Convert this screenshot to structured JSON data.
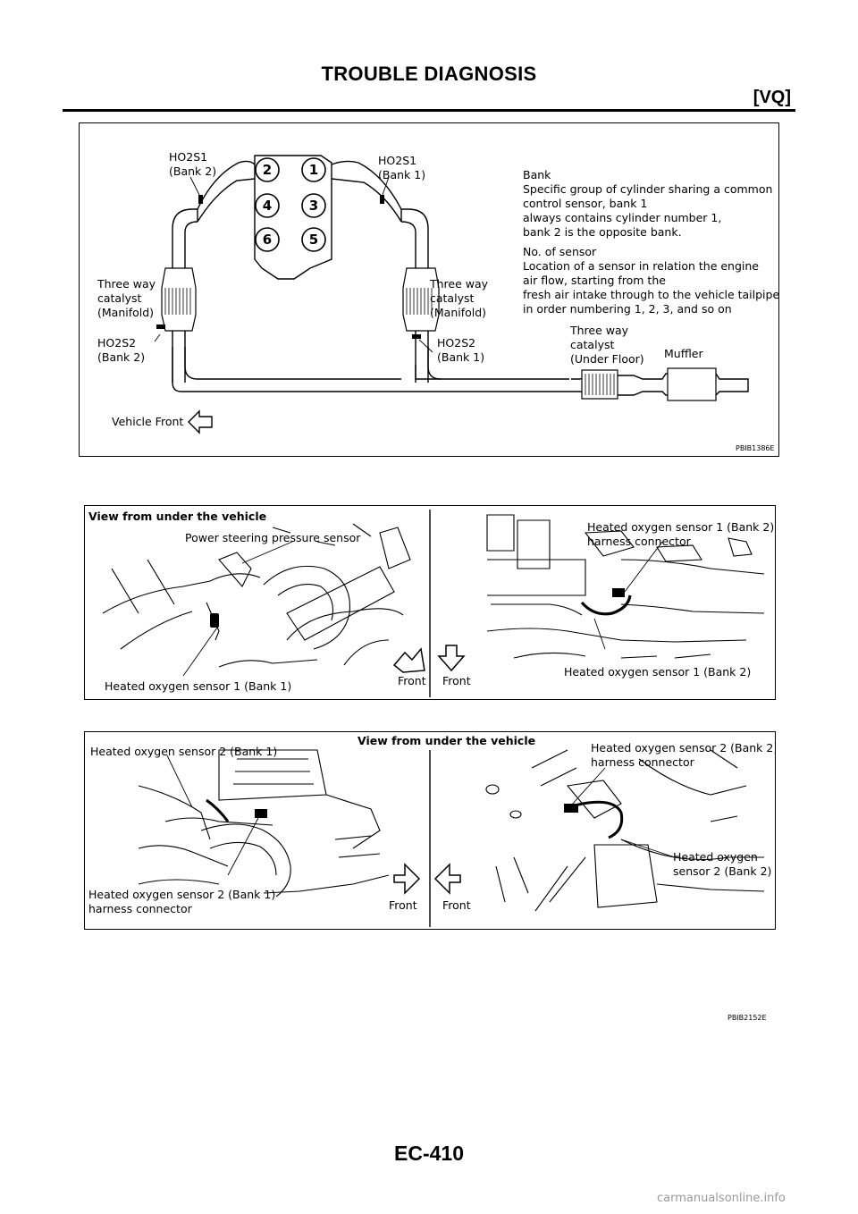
{
  "header": {
    "title": "TROUBLE DIAGNOSIS",
    "section": "[VQ]"
  },
  "layout_figure": {
    "labels": {
      "ho2s1_bank2": [
        "HO2S1",
        "(Bank 2)"
      ],
      "ho2s1_bank1": [
        "HO2S1",
        "(Bank 1)"
      ],
      "cat_left": [
        "Three way",
        "catalyst",
        "(Manifold)"
      ],
      "cat_right": [
        "Three way",
        "catalyst",
        "(Manifold)"
      ],
      "ho2s2_bank2": [
        "HO2S2",
        "(Bank 2)"
      ],
      "ho2s2_bank1": [
        "HO2S2",
        "(Bank 1)"
      ],
      "cat_under": [
        "Three way",
        "catalyst",
        "(Under Floor)"
      ],
      "muffler": "Muffler",
      "vehicle_front": "Vehicle Front"
    },
    "cylinders": [
      "2",
      "1",
      "4",
      "3",
      "6",
      "5"
    ],
    "bank_note": [
      "Bank",
      "Specific group of cylinder sharing a common",
      "control sensor, bank 1",
      "always contains cylinder number 1,",
      "bank 2 is the opposite bank."
    ],
    "sensor_note": [
      "No. of sensor",
      "Location of a sensor in relation the engine",
      "air flow, starting from the",
      "fresh air intake through to the vehicle tailpipe",
      "in order numbering 1, 2, 3, and so on"
    ],
    "code": "PBIB1386E"
  },
  "sensor1_figure": {
    "view_title": "View from under the vehicle",
    "ps_sensor": "Power steering pressure sensor",
    "ho2s1_b1": "Heated oxygen sensor 1 (Bank 1)",
    "front_left": "Front",
    "front_right": "Front",
    "ho2s1_b2_connector": [
      "Heated oxygen sensor 1 (Bank 2)",
      "harness connector"
    ],
    "ho2s1_b2": "Heated oxygen sensor 1 (Bank 2)"
  },
  "sensor2_figure": {
    "view_title": "View from under the vehicle",
    "ho2s2_b1": "Heated oxygen sensor 2 (Bank 1)",
    "ho2s2_b1_connector": [
      "Heated oxygen sensor 2 (Bank 1)",
      "harness connector"
    ],
    "front_left": "Front",
    "front_right": "Front",
    "ho2s2_b2_connector": [
      "Heated oxygen sensor 2 (Bank 2)",
      "harness connector"
    ],
    "ho2s2_b2": [
      "Heated oxygen",
      "sensor 2 (Bank 2)"
    ]
  },
  "figure_code": "PBIB2152E",
  "footer": {
    "page_number": "EC-410",
    "watermark": "carmanualsonline.info"
  }
}
